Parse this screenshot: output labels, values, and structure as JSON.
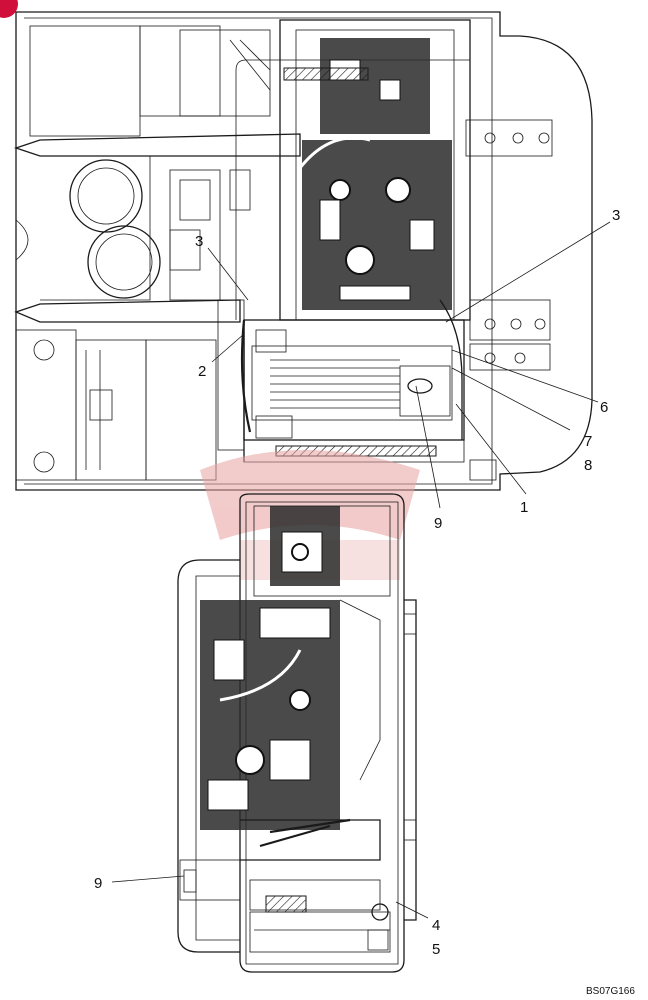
{
  "drawing": {
    "reference_code": "BS07G166",
    "callouts_top": [
      {
        "id": "c3a",
        "label": "3"
      },
      {
        "id": "c3b",
        "label": "3"
      },
      {
        "id": "c2",
        "label": "2"
      },
      {
        "id": "c6",
        "label": "6"
      },
      {
        "id": "c7",
        "label": "7"
      },
      {
        "id": "c8",
        "label": "8"
      },
      {
        "id": "c1",
        "label": "1"
      },
      {
        "id": "c9a",
        "label": "9"
      }
    ],
    "callouts_bottom": [
      {
        "id": "c9b",
        "label": "9"
      },
      {
        "id": "c4",
        "label": "4"
      },
      {
        "id": "c5",
        "label": "5"
      }
    ]
  },
  "colors": {
    "line": "#1a1a1a",
    "background": "#ffffff",
    "watermark": "#e8a0a0",
    "corner_mark": "#d0103a"
  }
}
